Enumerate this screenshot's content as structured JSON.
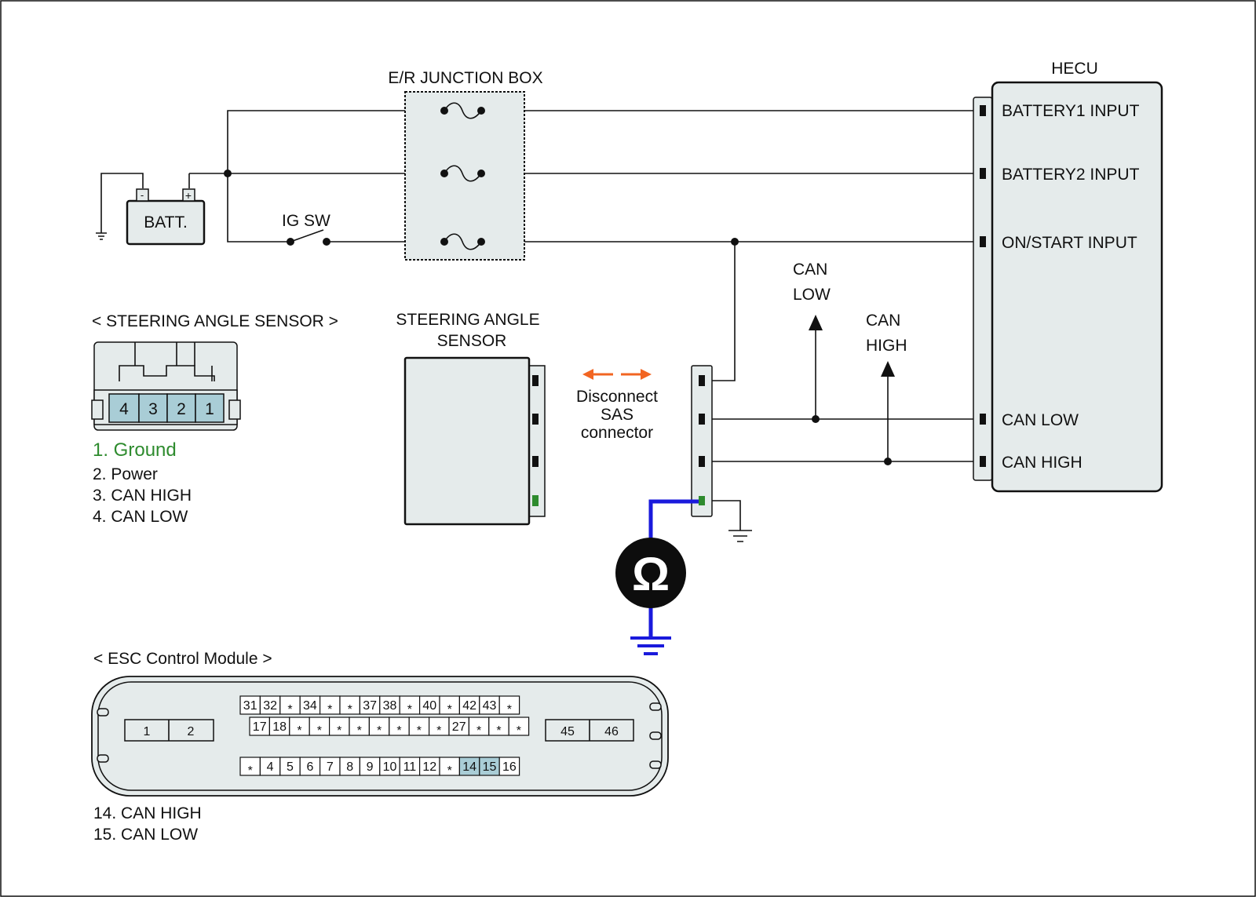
{
  "junction_box": {
    "title": "E/R JUNCTION BOX"
  },
  "battery": {
    "label": "BATT.",
    "neg": "-",
    "pos": "+"
  },
  "ig_switch": {
    "label": "IG SW"
  },
  "hecu": {
    "title": "HECU",
    "pins": [
      "BATTERY1 INPUT",
      "BATTERY2 INPUT",
      "ON/START INPUT",
      "CAN LOW",
      "CAN HIGH"
    ]
  },
  "can_arrows": {
    "low": [
      "CAN",
      "LOW"
    ],
    "high": [
      "CAN",
      "HIGH"
    ]
  },
  "sas_connector_view": {
    "title": "< STEERING ANGLE SENSOR >",
    "pins": [
      "4",
      "3",
      "2",
      "1"
    ],
    "legend": [
      "1. Ground",
      "2. Power",
      "3. CAN HIGH",
      "4. CAN LOW"
    ],
    "highlight_color": "#2e8b2e"
  },
  "sas_module": {
    "title_lines": [
      "STEERING ANGLE",
      "SENSOR"
    ]
  },
  "disconnect_note": {
    "lines": [
      "Disconnect",
      "SAS",
      "connector"
    ],
    "arrow_color": "#f26522"
  },
  "ohmmeter": {
    "symbol": "Ω",
    "lead_color": "#1a1adc"
  },
  "esc_module": {
    "title": "< ESC Control Module >",
    "left_pins": [
      "1",
      "2"
    ],
    "right_pins": [
      "45",
      "46"
    ],
    "row1": [
      "31",
      "32",
      "*",
      "34",
      "*",
      "*",
      "37",
      "38",
      "*",
      "40",
      "*",
      "42",
      "43",
      "*"
    ],
    "row2": [
      "17",
      "18",
      "*",
      "*",
      "*",
      "*",
      "*",
      "*",
      "*",
      "*",
      "27",
      "*",
      "*",
      "*"
    ],
    "row3": [
      "*",
      "4",
      "5",
      "6",
      "7",
      "8",
      "9",
      "10",
      "11",
      "12",
      "*",
      "14",
      "15",
      "16"
    ],
    "highlighted": [
      "14",
      "15"
    ],
    "highlight_color": "#a9cdd6",
    "legend": [
      "14. CAN HIGH",
      "15. CAN LOW"
    ]
  }
}
